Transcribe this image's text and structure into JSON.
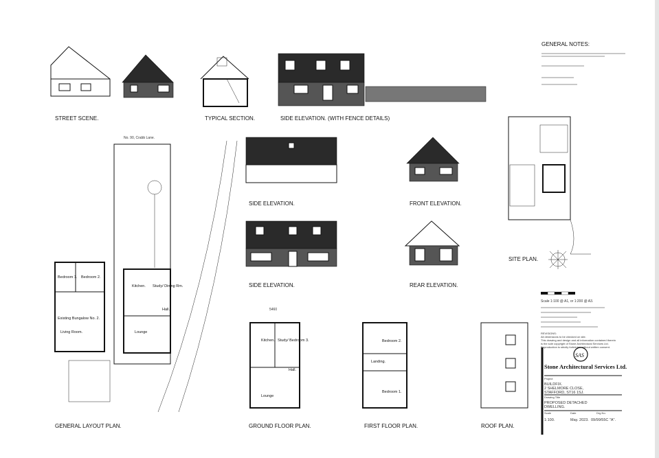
{
  "views": {
    "street_scene": "STREET SCENE.",
    "typical_section": "TYPICAL SECTION.",
    "side_elevation_fence": "SIDE ELEVATION. (WITH FENCE DETAILS)",
    "side_elevation_1": "SIDE ELEVATION.",
    "front_elevation": "FRONT ELEVATION.",
    "side_elevation_2": "SIDE ELEVATION.",
    "rear_elevation": "REAR ELEVATION.",
    "site_plan": "SITE PLAN.",
    "general_layout_plan": "GENERAL LAYOUT PLAN.",
    "ground_floor_plan": "GROUND FLOOR PLAN.",
    "first_floor_plan": "FIRST FLOOR PLAN.",
    "roof_plan": "ROOF PLAN."
  },
  "general_notes": {
    "title": "GENERAL NOTES:"
  },
  "site": {
    "neighbour": "No. 90, Crabb Lane."
  },
  "rooms": {
    "layout_bed1": "Bedroom 1.",
    "layout_bed2": "Bedroom 2.",
    "existing": "Existing Bungalow No. 2.",
    "living": "Living Room.",
    "layout_kitchen": "Kitchen.",
    "layout_study": "Study/ Dining Rm.",
    "layout_hall": "Hall.",
    "layout_lounge": "Lounge",
    "gf_kitchen": "Kitchen.",
    "gf_study": "Study/ Bedroom 3.",
    "gf_hall": "Hall.",
    "gf_lounge": "Lounge",
    "ff_bed2": "Bedroom 2.",
    "ff_landing": "Landing.",
    "ff_bed1": "Bedroom 1."
  },
  "dimensions": {
    "gf_width": "5460"
  },
  "title_block": {
    "scale_note": "Scale 1:100 @ A1, or 1:200 @ A3.",
    "revisions_title": "REVISIONS:",
    "notice_1": "All dimensions to be checked on site.",
    "notice_2": "This drawing and design and all information contained therein",
    "notice_3": "is the sole copyright of Stone Architectural Services Ltd.",
    "notice_4": "Reproduction is strictly forbidden without written consent.",
    "company": "Stone Architectural Services Ltd.",
    "logo_text": "SAS",
    "project_label": "Project",
    "project_1": "BUILDFIX.",
    "project_2": "2 SHELMORE CLOSE,",
    "project_3": "STAFFORD, ST16 1SJ.",
    "drawing_title_label": "Drawing Title",
    "drawing_title_1": "PROPOSED DETACHED",
    "drawing_title_2": "DWELLING.",
    "scale_label": "Scale",
    "date_label": "Date",
    "drg_label": "Drg No.",
    "scale": "1:100.",
    "date": "May. 2023.",
    "drg_no": "09/99/55C \"A\"."
  }
}
